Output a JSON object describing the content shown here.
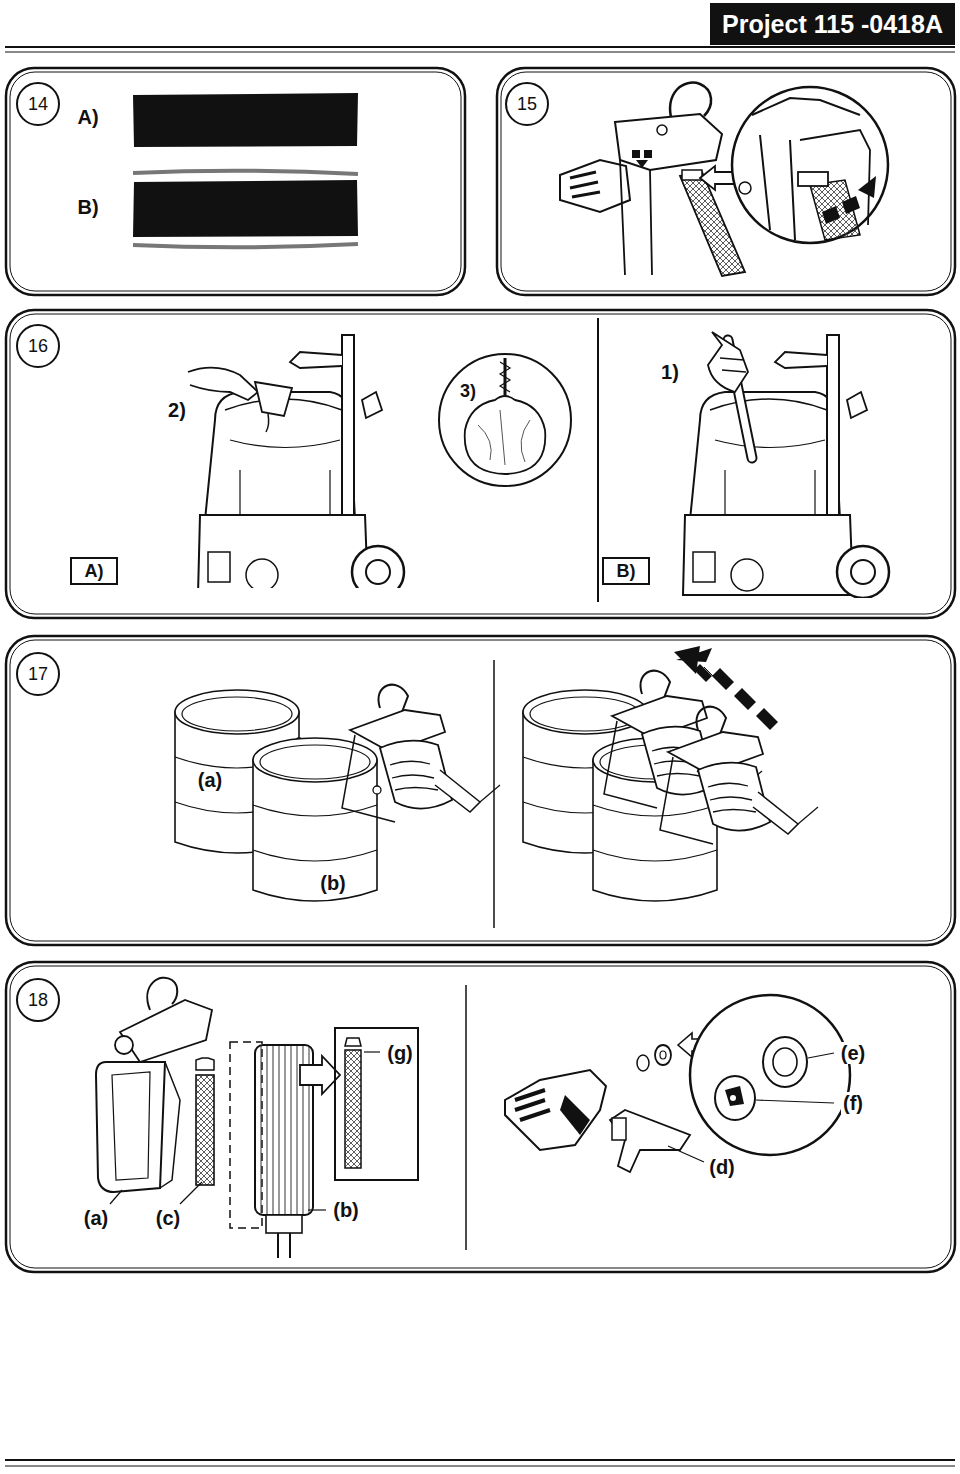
{
  "diagram": {
    "title": "Project 115 -0418A",
    "nodes": [
      {
        "text": [
          "14"
        ]
      },
      {
        "text": [
          "15"
        ]
      },
      {
        "text": [
          "16"
        ]
      },
      {
        "text": [
          "3)"
        ]
      },
      {
        "text": [
          "A)"
        ]
      },
      {
        "text": [
          "B)"
        ]
      },
      {
        "text": [
          "17"
        ]
      },
      {
        "text": [
          "18"
        ]
      }
    ],
    "labels": [
      "A)",
      "B)",
      "2)",
      "1)",
      "(a)",
      "(b)",
      "(g)",
      "(e)",
      "(f)",
      "(d)",
      "(a)",
      "(c)",
      "(b)"
    ]
  }
}
